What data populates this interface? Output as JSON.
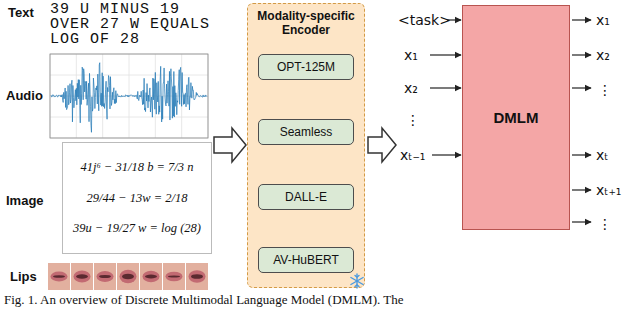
{
  "diagram": {
    "caption": "Fig. 1. An overview of Discrete Multimodal Language Model (DMLM). The",
    "nodes": [
      {
        "text": [
          "41j⁶ − 31/18 b = 7/3 n",
          "29/44 − 13w = 2/18",
          "39u − 19/27 w = log (28)"
        ]
      },
      {
        "text": [
          "Modality-specific Encoder"
        ]
      },
      {
        "text": [
          "OPT-125M"
        ],
        "in": 1
      },
      {
        "text": [
          "Seamless"
        ],
        "in": 1
      },
      {
        "text": [
          "DALL-E"
        ],
        "in": 1
      },
      {
        "text": [
          "AV-HuBERT"
        ],
        "in": 1
      },
      {
        "text": [
          "DMLM"
        ]
      }
    ],
    "labels": [
      "Text",
      "39 U MINUS 19 OVER 27 W EQUALS LOG OF 28",
      "Audio",
      "Image",
      "Lips",
      "<task>",
      "x₁",
      "x₂",
      "⋮",
      "xₜ₋₁",
      "x₁",
      "x₂",
      "⋮",
      "xₜ",
      "xₜ₊₁",
      "⋮"
    ]
  }
}
